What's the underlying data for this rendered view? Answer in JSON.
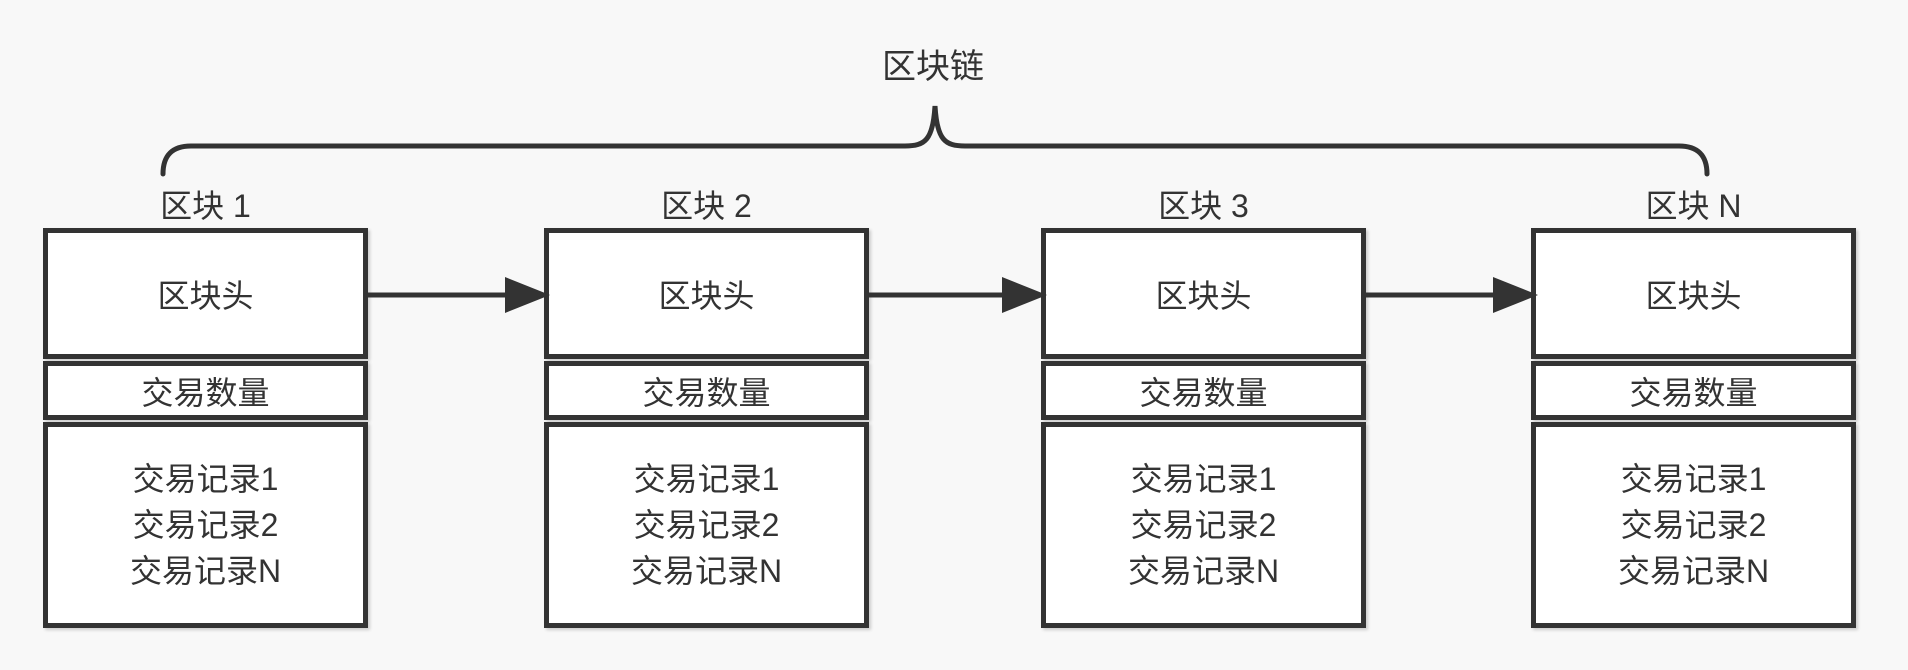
{
  "diagram": {
    "title": "区块链",
    "blocks": [
      {
        "label": "区块 1",
        "header": "区块头",
        "count_label": "交易数量",
        "records": [
          "交易记录1",
          "交易记录2",
          "交易记录N"
        ]
      },
      {
        "label": "区块 2",
        "header": "区块头",
        "count_label": "交易数量",
        "records": [
          "交易记录1",
          "交易记录2",
          "交易记录N"
        ]
      },
      {
        "label": "区块 3",
        "header": "区块头",
        "count_label": "交易数量",
        "records": [
          "交易记录1",
          "交易记录2",
          "交易记录N"
        ]
      },
      {
        "label": "区块 N",
        "header": "区块头",
        "count_label": "交易数量",
        "records": [
          "交易记录1",
          "交易记录2",
          "交易记录N"
        ]
      }
    ],
    "colors": {
      "background": "#f8f8f8",
      "ink": "#333333",
      "block_fill": "#ffffff"
    }
  }
}
